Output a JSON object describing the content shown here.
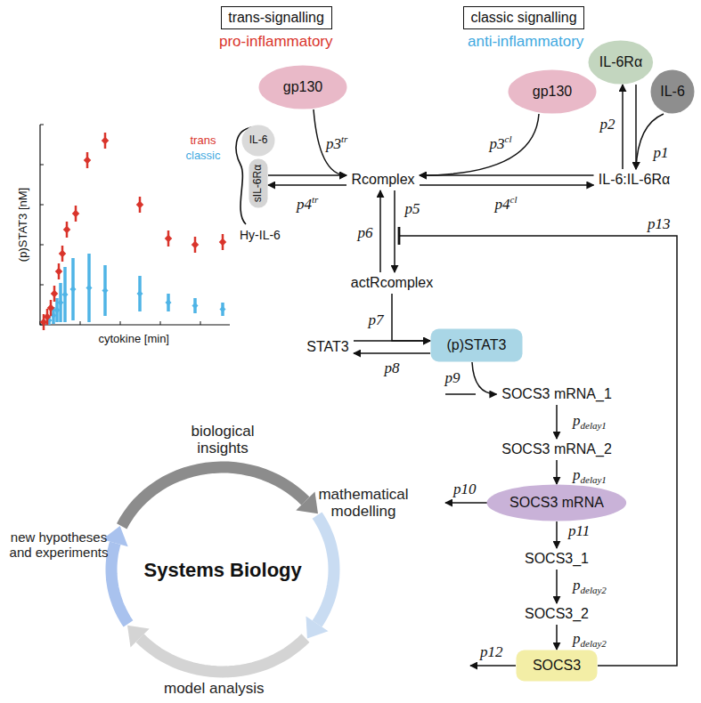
{
  "diagram": {
    "nodes": [
      {
        "text": [
          "trans-signalling"
        ]
      },
      {
        "text": [
          "classic signalling"
        ]
      },
      {
        "text": [
          "gp130"
        ]
      },
      {
        "text": [
          "gp130"
        ]
      },
      {
        "text": [
          "IL-6Rα"
        ]
      },
      {
        "text": [
          "IL-6"
        ]
      },
      {
        "text": [
          "IL-6"
        ]
      },
      {
        "text": [
          "sIL-6Rα"
        ]
      },
      {
        "text": [
          "Rcomplex"
        ]
      },
      {
        "text": [
          "IL-6:IL-6Rα"
        ]
      },
      {
        "text": [
          "actRcomplex"
        ]
      },
      {
        "text": [
          "STAT3"
        ]
      },
      {
        "text": [
          "(p)STAT3"
        ]
      },
      {
        "text": [
          "SOCS3 mRNA_1"
        ]
      },
      {
        "text": [
          "SOCS3 mRNA_2"
        ]
      },
      {
        "text": [
          "SOCS3 mRNA"
        ]
      },
      {
        "text": [
          "SOCS3_1"
        ]
      },
      {
        "text": [
          "SOCS3_2"
        ]
      },
      {
        "text": [
          "SOCS3"
        ]
      }
    ],
    "edges": [
      {
        "from": 2,
        "to": 8,
        "label": "p3tr",
        "arrow": "to"
      },
      {
        "from": 7,
        "to": 8,
        "arrow": "to"
      },
      {
        "from": 8,
        "to": 7,
        "label": "p4tr",
        "arrow": "to"
      },
      {
        "from": 3,
        "to": 8,
        "label": "p3cl",
        "arrow": "to"
      },
      {
        "from": 9,
        "to": 8,
        "arrow": "to"
      },
      {
        "from": 8,
        "to": 9,
        "label": "p4cl",
        "arrow": "to"
      },
      {
        "from": 4,
        "to": 9,
        "label": "p1",
        "arrow": "to"
      },
      {
        "from": 5,
        "to": 9,
        "arrow": "to"
      },
      {
        "from": 9,
        "to": 4,
        "label": "p2",
        "arrow": "to"
      },
      {
        "from": 8,
        "to": 10,
        "label": "p5",
        "arrow": "to"
      },
      {
        "from": 10,
        "to": 8,
        "label": "p6",
        "arrow": "to"
      },
      {
        "from": 11,
        "to": 12,
        "label": "p7",
        "arrow": "to"
      },
      {
        "from": 10,
        "to": 12,
        "arrow": "to"
      },
      {
        "from": 12,
        "to": 11,
        "label": "p8",
        "arrow": "to"
      },
      {
        "from": 12,
        "to": 13,
        "label": "p9",
        "arrow": "to"
      },
      {
        "from": 13,
        "to": 14,
        "label": "pdelay1",
        "arrow": "to"
      },
      {
        "from": 14,
        "to": 15,
        "label": "pdelay1",
        "arrow": "to"
      },
      {
        "from": 15,
        "to": 16,
        "label": "p11",
        "arrow": "to"
      },
      {
        "from": 16,
        "to": 17,
        "label": "pdelay2",
        "arrow": "to"
      },
      {
        "from": 17,
        "to": 18,
        "label": "pdelay2",
        "arrow": "to"
      }
    ],
    "labels": [
      "pro-inflammatory",
      "anti-inflammatory",
      "Hy-IL-6",
      "p13",
      "p10",
      "p12",
      "(p)STAT3 [nM]",
      "cytokine [min]",
      "trans",
      "classic",
      "biological insights",
      "mathematical modelling",
      "model analysis",
      "new hypotheses and experiments",
      "Systems Biology"
    ]
  }
}
